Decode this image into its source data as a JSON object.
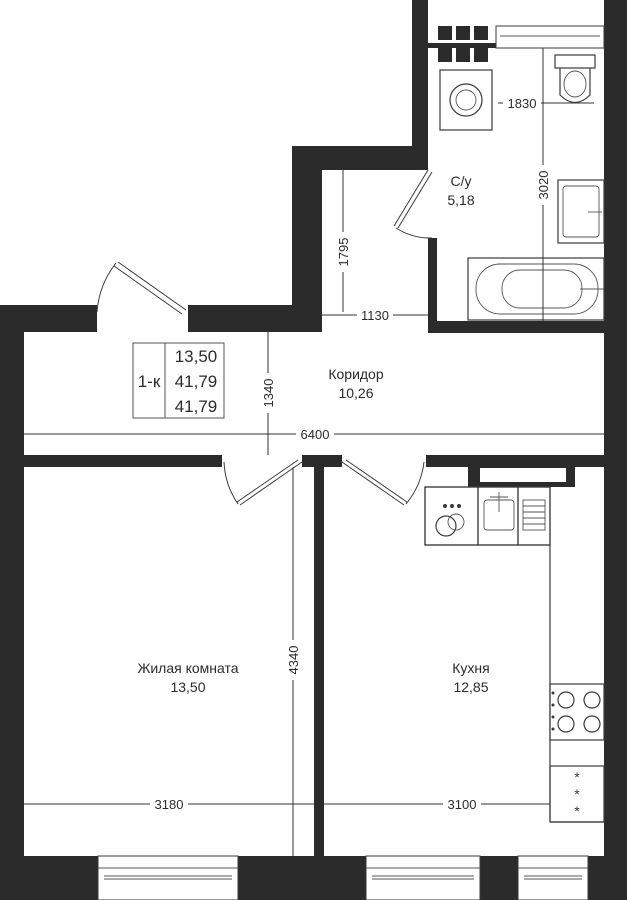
{
  "rooms": {
    "bathroom": {
      "name": "С/у",
      "area": "5,18"
    },
    "corridor": {
      "name": "Коридор",
      "area": "10,26"
    },
    "living": {
      "name": "Жилая комната",
      "area": "13,50"
    },
    "kitchen": {
      "name": "Кухня",
      "area": "12,85"
    }
  },
  "summary": {
    "type": "1-к",
    "living_area": "13,50",
    "total_area": "41,79",
    "total_area_2": "41,79"
  },
  "dimensions": {
    "d1830": "1830",
    "d3020": "3020",
    "d1795": "1795",
    "d1130": "1130",
    "d1340": "1340",
    "d6400": "6400",
    "d4340": "4340",
    "d3180": "3180",
    "d3100": "3100"
  },
  "colors": {
    "wall": "#2b2b2b",
    "background": "#ffffff",
    "fixture": "#3a3a3a"
  }
}
